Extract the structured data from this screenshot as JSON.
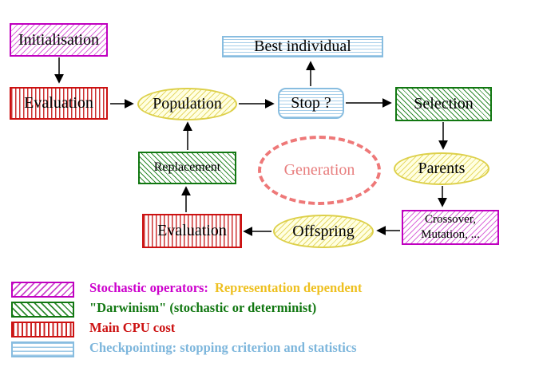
{
  "diagram": {
    "nodes": {
      "initialisation": {
        "label": "Initialisation"
      },
      "evaluation_top": {
        "label": "Evaluation"
      },
      "population": {
        "label": "Population"
      },
      "best_individual": {
        "label": "Best individual"
      },
      "stop": {
        "label": "Stop ?"
      },
      "selection": {
        "label": "Selection"
      },
      "parents": {
        "label": "Parents"
      },
      "crossover": {
        "line1": "Crossover,",
        "line2": "Mutation, ..."
      },
      "offspring": {
        "label": "Offspring"
      },
      "evaluation_bottom": {
        "label": "Evaluation"
      },
      "replacement": {
        "label": "Replacement"
      },
      "generation": {
        "label": "Generation"
      }
    },
    "colors": {
      "magenta": "#cc00cc",
      "red": "#cc1111",
      "green": "#117711",
      "cyan": "#88bde0",
      "yellow": "#ddd04a",
      "salmon": "#ee7878",
      "gold": "#eec020",
      "arrow": "#000000"
    }
  },
  "legend": {
    "items": [
      {
        "swatch": "magenta-diagonal-hatch",
        "label": "Stochastic operators:",
        "label2": "Representation dependent"
      },
      {
        "swatch": "green-diagonal-hatch",
        "label": "\"Darwinism\" (stochastic or determinist)"
      },
      {
        "swatch": "red-vertical-stripes",
        "label": "Main CPU cost"
      },
      {
        "swatch": "cyan-horizontal-stripes",
        "label": "Checkpointing: stopping criterion and statistics"
      }
    ]
  }
}
